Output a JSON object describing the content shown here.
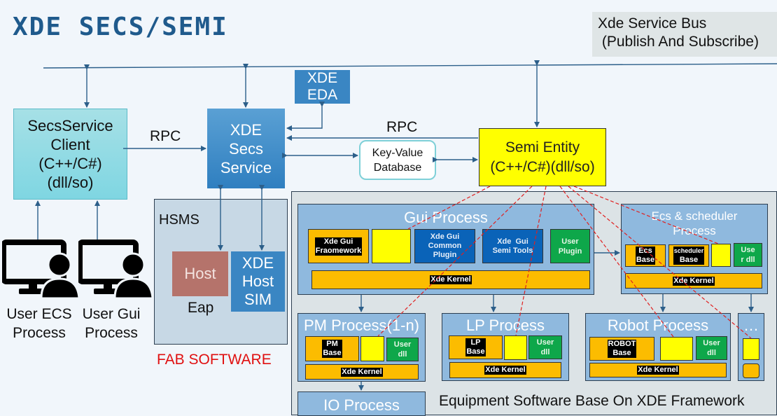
{
  "title": "XDE SECS/SEMI",
  "service_bus": {
    "line1": "Xde Service Bus",
    "line2": " (Publish And Subscribe)"
  },
  "secs_client": {
    "lines": [
      "SecsService",
      "Client",
      "(C++/C#)",
      "(dll/so)"
    ]
  },
  "rpc_left": "RPC",
  "rpc_top": "RPC",
  "secs_service": {
    "lines": [
      "XDE",
      "Secs",
      "Service"
    ]
  },
  "eda": {
    "lines": [
      "XDE",
      "EDA"
    ]
  },
  "kv_db": {
    "lines": [
      "Key-Value",
      "Database"
    ]
  },
  "semi_entity": {
    "lines": [
      "Semi Entity",
      "(C++/C#)(dll/so)"
    ]
  },
  "users": [
    {
      "lines": [
        "User ECS",
        "Process"
      ],
      "icon": "user-computer-icon"
    },
    {
      "lines": [
        "User Gui",
        "Process"
      ],
      "icon": "user-computer-icon"
    }
  ],
  "fab": {
    "hsms_label": "HSMS",
    "host": "Host",
    "eap": "Eap",
    "host_sim": [
      "XDE",
      "Host",
      "SIM"
    ],
    "caption": "FAB SOFTWARE"
  },
  "equipment": {
    "caption": "Equipment Software Base On XDE Framework",
    "gui_process": {
      "title": "Gui Process",
      "framework": [
        "Xde Gui",
        "Fraomework"
      ],
      "common_plugin": [
        "Xde Gui",
        "Common",
        "Plugin"
      ],
      "semi_tools": [
        "Xde  Gui",
        "Semi Tools"
      ],
      "user_plugin": [
        "User",
        "Plugin"
      ],
      "kernel": "Xde Kernel"
    },
    "ecs_process": {
      "title": [
        "Ecs & scheduler",
        "Process"
      ],
      "ecs_base": [
        "Ecs",
        "Base"
      ],
      "scheduler_base": [
        "scheduler",
        "Base"
      ],
      "user_dll": [
        "Use",
        "r dll"
      ],
      "kernel": "Xde Kernel"
    },
    "pm_process": {
      "title": "PM Process(1-n)",
      "base": [
        "PM",
        "Base"
      ],
      "user_dll": [
        "User",
        "dll"
      ],
      "kernel": "Xde Kernel"
    },
    "lp_process": {
      "title": "LP Process",
      "base": [
        "LP",
        "Base"
      ],
      "user_dll": [
        "User",
        "dll"
      ],
      "kernel": "Xde Kernel"
    },
    "robot_process": {
      "title": "Robot Process",
      "base": [
        "ROBOT",
        "Base"
      ],
      "user_dll": [
        "User",
        "dll"
      ],
      "kernel": "Xde Kernel"
    },
    "more_process": {
      "title": "…"
    },
    "io_process": {
      "title": "IO Process"
    }
  },
  "colors": {
    "title": "#1f5a8c",
    "arrow": "#2c5f8a",
    "dashed": "#e02020",
    "fab_caption": "#e01010"
  }
}
